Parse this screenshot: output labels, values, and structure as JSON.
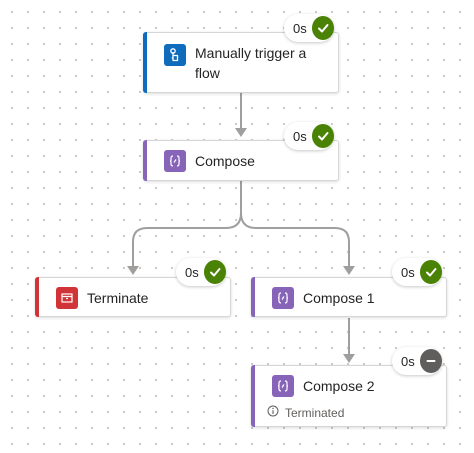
{
  "nodes": {
    "trigger": {
      "title_line1": "Manually trigger a",
      "title_line2": "flow",
      "duration": "0s",
      "status": "succeeded"
    },
    "compose": {
      "title": "Compose",
      "duration": "0s",
      "status": "succeeded"
    },
    "terminate": {
      "title": "Terminate",
      "duration": "0s",
      "status": "succeeded"
    },
    "compose1": {
      "title": "Compose 1",
      "duration": "0s",
      "status": "succeeded"
    },
    "compose2": {
      "title": "Compose 2",
      "duration": "0s",
      "status": "cancelled",
      "note": "Terminated"
    }
  },
  "colors": {
    "trigger_accent": "#0f6cbd",
    "compose_accent": "#8764b8",
    "terminate_accent": "#d13438",
    "success": "#498205",
    "cancelled": "#605e5c",
    "connector": "#a19f9d"
  },
  "icons": {
    "trigger": "hand-tap-icon",
    "compose": "curly-braces-icon",
    "terminate": "terminate-icon",
    "success": "checkmark-icon",
    "cancelled": "minus-circle-icon",
    "info": "info-icon"
  }
}
